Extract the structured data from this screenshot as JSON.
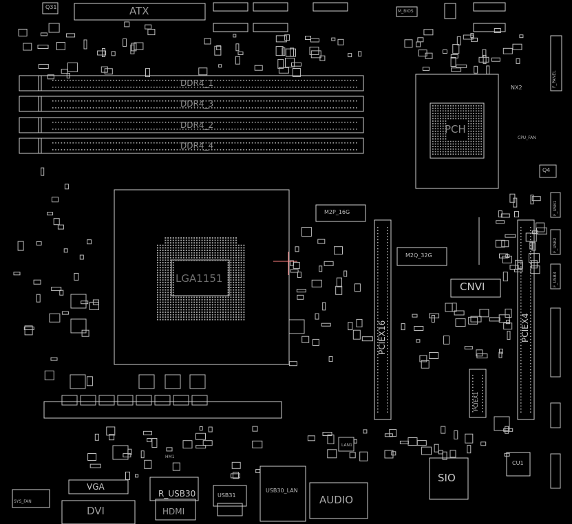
{
  "title": "",
  "colors": {
    "background": "#000000",
    "silkscreen": "#d0d0d0",
    "accent": "#e0e0e0"
  },
  "labels": {
    "atx": "ATX",
    "q31": "Q31",
    "ddr4_1": "DDR4_1",
    "ddr4_3": "DDR4_3",
    "ddr4_2": "DDR4_2",
    "ddr4_4": "DDR4_4",
    "pch": "PCH",
    "q4": "Q4",
    "m2p": "M2P_16G",
    "m2q": "M2Q_32G",
    "cnvi": "CNVI",
    "cpu_socket": "LGA1151",
    "pciex16": "PCIEX16",
    "pciex4": "PCIEX4",
    "pciex1": "PCIEX1",
    "sio": "SIO",
    "cu1": "CU1",
    "vga": "VGA",
    "dvi": "DVI",
    "r_usb30": "R_USB30",
    "hdmi": "HDMI",
    "usb31": "USB31",
    "usb30_lan": "USB30_LAN",
    "audio": "AUDIO",
    "f_panel": "F_PANEL",
    "m_bios": "M_BIOS",
    "nx2": "NX2",
    "hm1": "HM1",
    "lan1": "LAN1",
    "f_usb1": "F_USB1",
    "f_usb2": "F_USB2",
    "f_usb3": "F_USB3",
    "sys_fan": "SYS_FAN",
    "cpu_fan": "CPU_FAN"
  }
}
